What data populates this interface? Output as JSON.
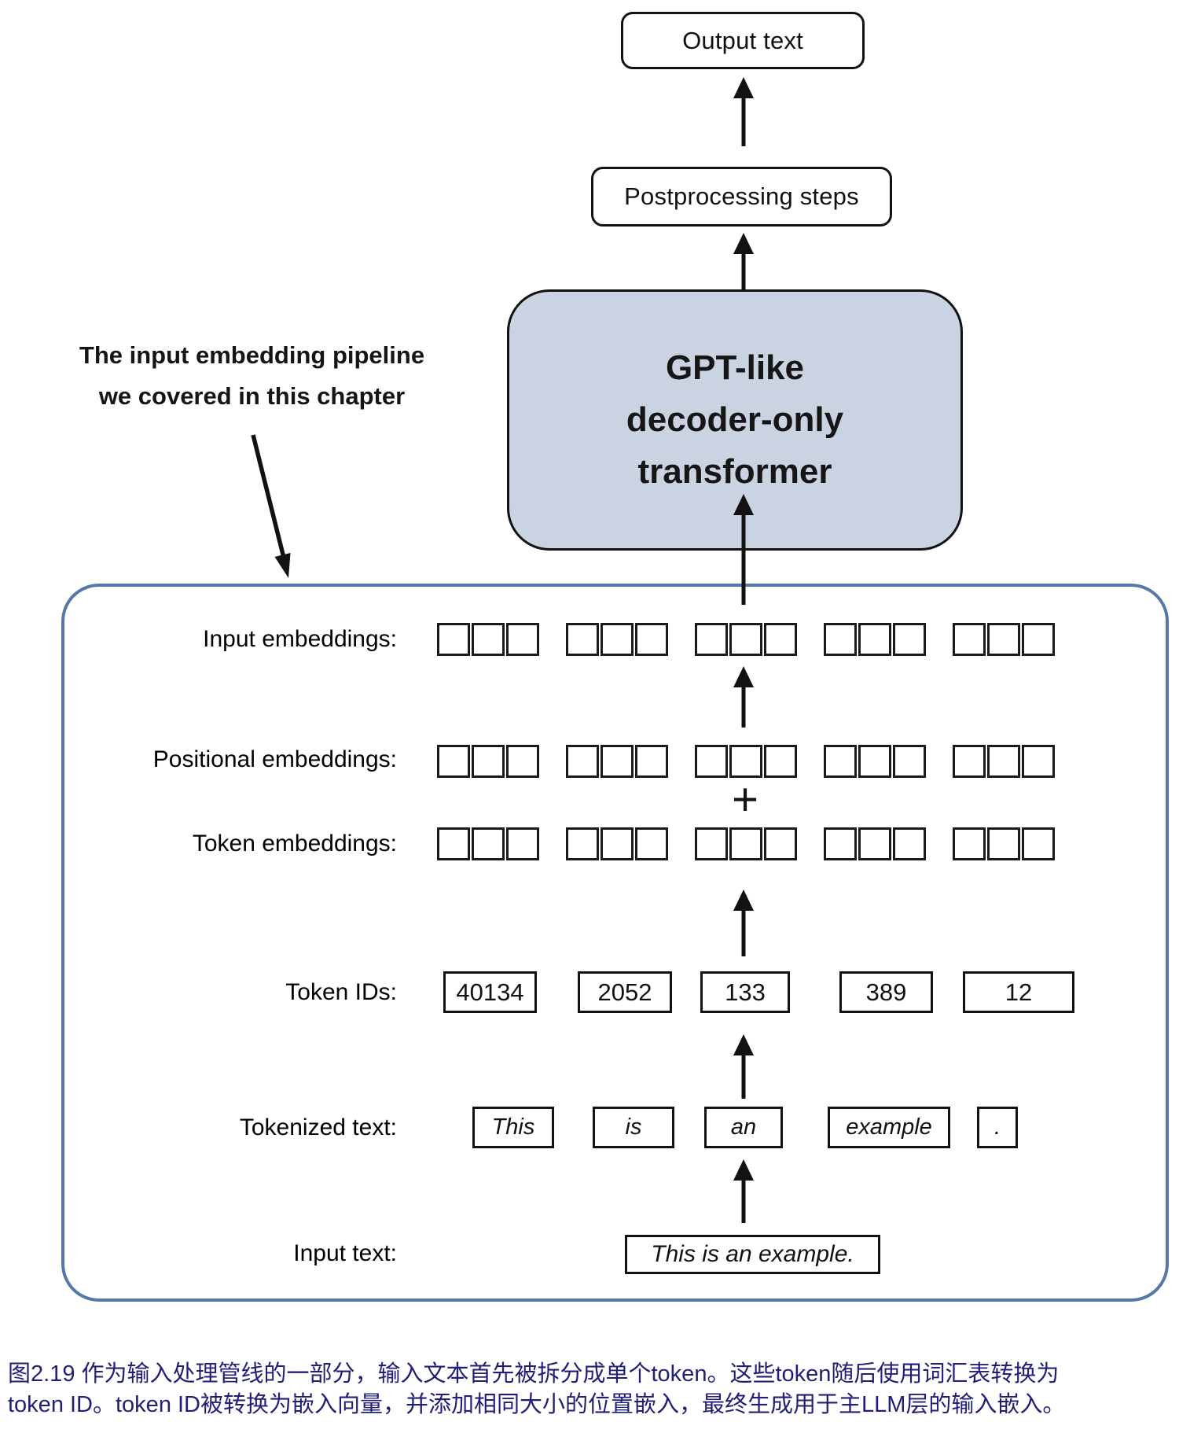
{
  "top": {
    "output_label": "Output text",
    "postprocessing_label": "Postprocessing steps",
    "gpt_lines": [
      "GPT-like",
      "decoder-only",
      "transformer"
    ]
  },
  "annotation": {
    "line1": "The input embedding pipeline",
    "line2": "we covered in this chapter"
  },
  "pipeline": {
    "labels": {
      "input_embeddings": "Input embeddings:",
      "positional_embeddings": "Positional embeddings:",
      "token_embeddings": "Token embeddings:",
      "token_ids": "Token IDs:",
      "tokenized_text": "Tokenized text:",
      "input_text": "Input text:"
    },
    "plus_sign": "+",
    "token_ids": [
      "40134",
      "2052",
      "133",
      "389",
      "12"
    ],
    "tokens": [
      "This",
      "is",
      "an",
      "example",
      "."
    ],
    "input_text_value": "This is an example."
  },
  "caption": {
    "line1": "图2.19 作为输入处理管线的一部分，输入文本首先被拆分成单个token。这些token随后使用词汇表转换为",
    "line2": "token ID。token ID被转换为嵌入向量，并添加相同大小的位置嵌入，最终生成用于主LLM层的输入嵌入。"
  },
  "colors": {
    "gpt_box_fill": "#c9d3e2",
    "container_border": "#5578ab",
    "caption_text": "#1f1f78",
    "diagram_ink": "#121212"
  }
}
